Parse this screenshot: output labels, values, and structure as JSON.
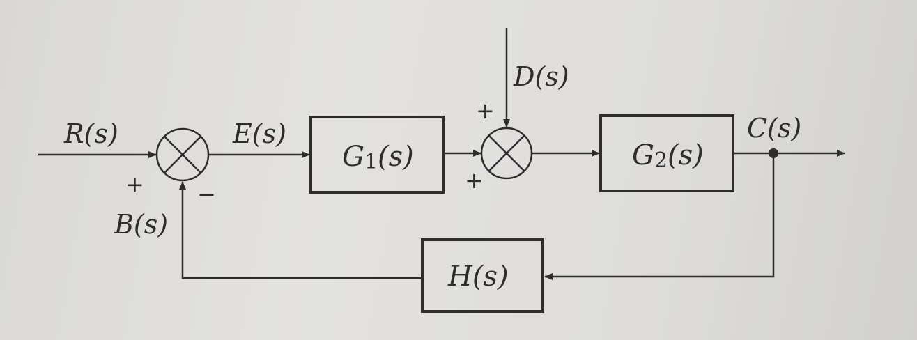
{
  "signals": {
    "input": "R(s)",
    "error": "E(s)",
    "disturbance": "D(s)",
    "output": "C(s)",
    "feedback": "B(s)"
  },
  "blocks": {
    "g1": {
      "name": "G",
      "sub": "1",
      "arg": "(s)"
    },
    "g2": {
      "name": "G",
      "sub": "2",
      "arg": "(s)"
    },
    "h": "H(s)"
  },
  "signs": {
    "sum1_input": "+",
    "sum1_feedback": "−",
    "sum2_forward": "+",
    "sum2_disturbance": "+"
  },
  "colors": {
    "ink": "#2e2d2c"
  }
}
